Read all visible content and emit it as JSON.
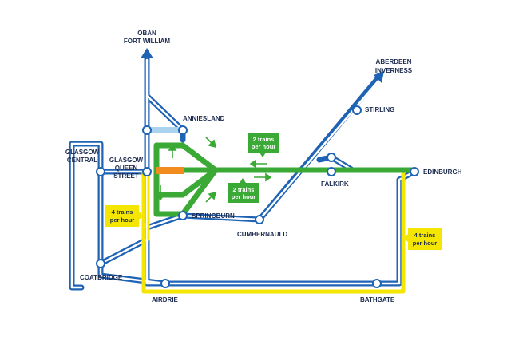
{
  "colors": {
    "blue_line": "#1f63b5",
    "blue_inner": "#ffffff",
    "green_line": "#3aa935",
    "yellow_line": "#f4e600",
    "orange_link": "#f28c1e",
    "light_blue_link": "#a9d3ef",
    "label_text": "#1b2a4e",
    "badge_green_text": "#ffffff",
    "badge_yellow_text": "#1b2a4e"
  },
  "destinations": {
    "north": [
      "OBAN",
      "FORT WILLIAM"
    ],
    "northeast": [
      "ABERDEEN",
      "INVERNESS"
    ]
  },
  "stations": {
    "anniesland": "ANNIESLAND",
    "stirling": "STIRLING",
    "glasgow_central": [
      "GLASGOW",
      "CENTRAL"
    ],
    "glasgow_queen_street": [
      "GLASGOW",
      "QUEEN",
      "STREET"
    ],
    "falkirk": "FALKIRK",
    "edinburgh": "EDINBURGH",
    "springburn": "SPRINGBURN",
    "cumbernauld": "CUMBERNAULD",
    "coatbridge": "COATBRIDGE",
    "airdrie": "AIRDRIE",
    "bathgate": "BATHGATE"
  },
  "badges": {
    "green_top": [
      "2 trains",
      "per hour"
    ],
    "green_bottom": [
      "2 trains",
      "per hour"
    ],
    "yellow_left": [
      "4 trains",
      "per hour"
    ],
    "yellow_right": [
      "4 trains",
      "per hour"
    ]
  }
}
